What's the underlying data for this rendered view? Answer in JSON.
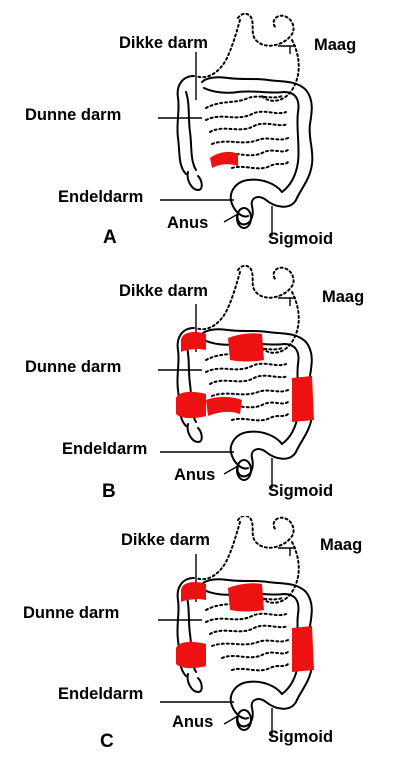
{
  "labels": {
    "large_intestine": "Dikke darm",
    "stomach": "Maag",
    "small_intestine": "Dunne darm",
    "rectum": "Endeldarm",
    "anus": "Anus",
    "sigmoid": "Sigmoid"
  },
  "panels": [
    {
      "letter": "A",
      "affected": [
        "terminal-ileum"
      ]
    },
    {
      "letter": "B",
      "affected": [
        "ascending-colon-top",
        "transverse-colon",
        "descending-colon",
        "cecum",
        "terminal-ileum"
      ]
    },
    {
      "letter": "C",
      "affected": [
        "ascending-colon-top",
        "transverse-colon",
        "descending-colon",
        "cecum"
      ]
    }
  ],
  "colors": {
    "outline": "#000000",
    "inflamed": "#ee1111",
    "background": "#ffffff"
  }
}
